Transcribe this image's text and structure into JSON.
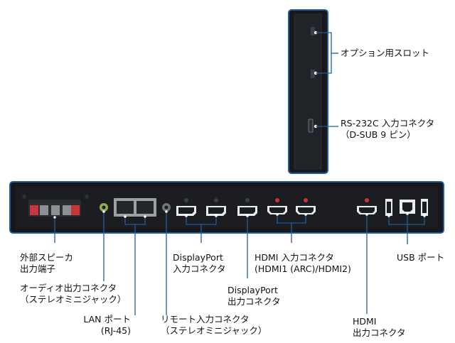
{
  "colors": {
    "panel": "#16181b",
    "panel_border": "#1f5c9e",
    "leader": "#1f5c9e",
    "port_metal": "#9aa0a6",
    "speaker_red": "#c8353a",
    "label_text": "#111111"
  },
  "labels": {
    "option_slot": "オプション用スロット",
    "rs232c_line1": "RS-232C 入力コネクタ",
    "rs232c_line2": "（D-SUB 9 ピン）",
    "speaker_line1": "外部スピーカ",
    "speaker_line2": "出力端子",
    "audio_line1": "オーディオ出力コネクタ",
    "audio_line2": "（ステレオミニジャック）",
    "lan_line1": "LAN ポート",
    "lan_line2": "(RJ-45)",
    "remote_line1": "リモート入力コネクタ",
    "remote_line2": "（ステレオミニジャック）",
    "dp_in_line1": "DisplayPort",
    "dp_in_line2": "入力コネクタ",
    "dp_out_line1": "DisplayPort",
    "dp_out_line2": "出力コネクタ",
    "hdmi_in_line1": "HDMI 入力コネクタ",
    "hdmi_in_line2": "(HDMI1 (ARC)/HDMI2)",
    "hdmi_out_line1": "HDMI",
    "hdmi_out_line2": "出力コネクタ",
    "usb": "USB ポート"
  },
  "icons": [
    "speaker-terminal-icon",
    "audio-jack-icon",
    "rj45-port-icon",
    "remote-jack-icon",
    "displayport-icon",
    "hdmi-port-icon",
    "usb-a-icon",
    "usb-b-icon",
    "db9-port-icon"
  ]
}
